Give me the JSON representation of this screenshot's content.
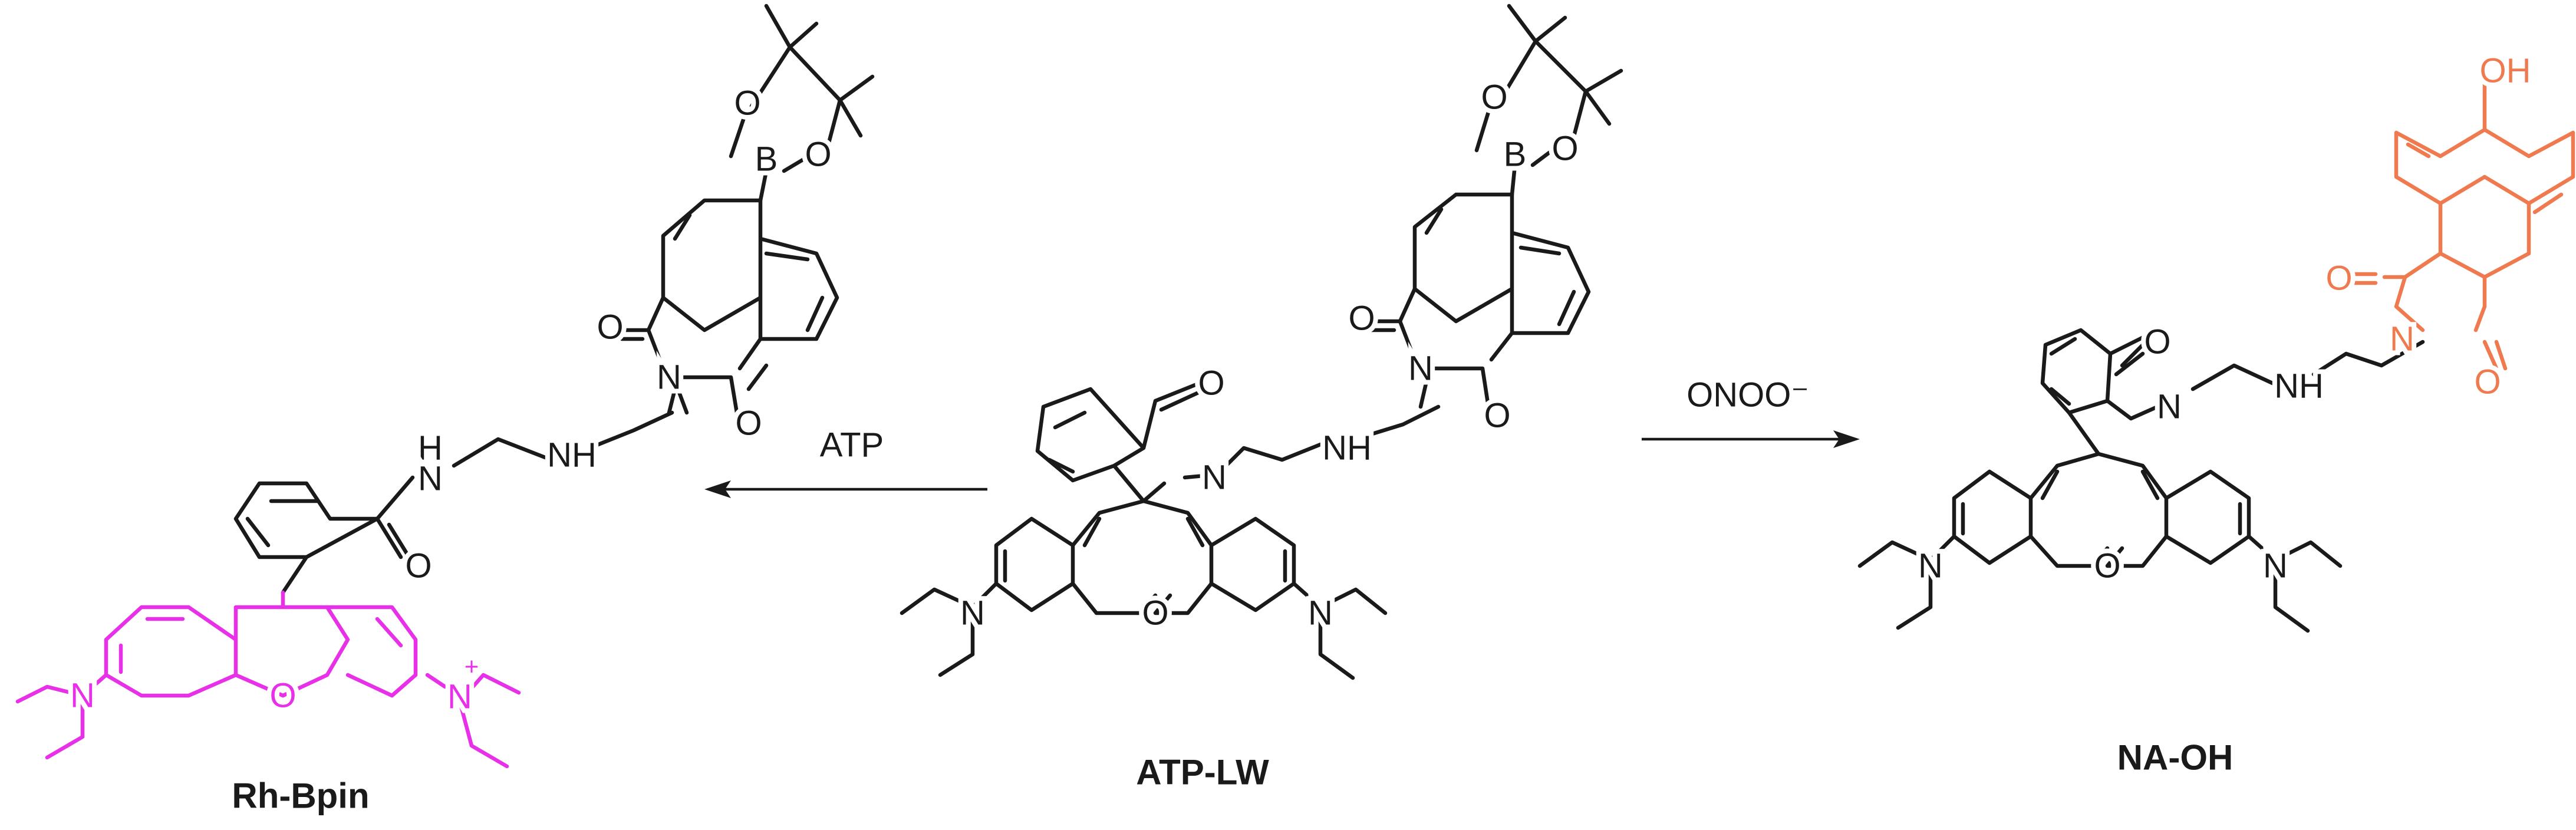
{
  "compounds": {
    "left": {
      "name": "Rh-Bpin"
    },
    "center": {
      "name": "ATP-LW"
    },
    "right": {
      "name": "NA-OH"
    }
  },
  "reactions": {
    "to_left": {
      "reagent": "ATP"
    },
    "to_right": {
      "reagent": "ONOO⁻"
    }
  },
  "atoms": {
    "O": "O",
    "B": "B",
    "N": "N",
    "NH": "NH",
    "H": "H",
    "OH": "OH",
    "plus": "+"
  },
  "colors": {
    "black": "#1a1a1a",
    "rhodamine": "#e830e8",
    "naphthalimide_product": "#f07a50"
  }
}
